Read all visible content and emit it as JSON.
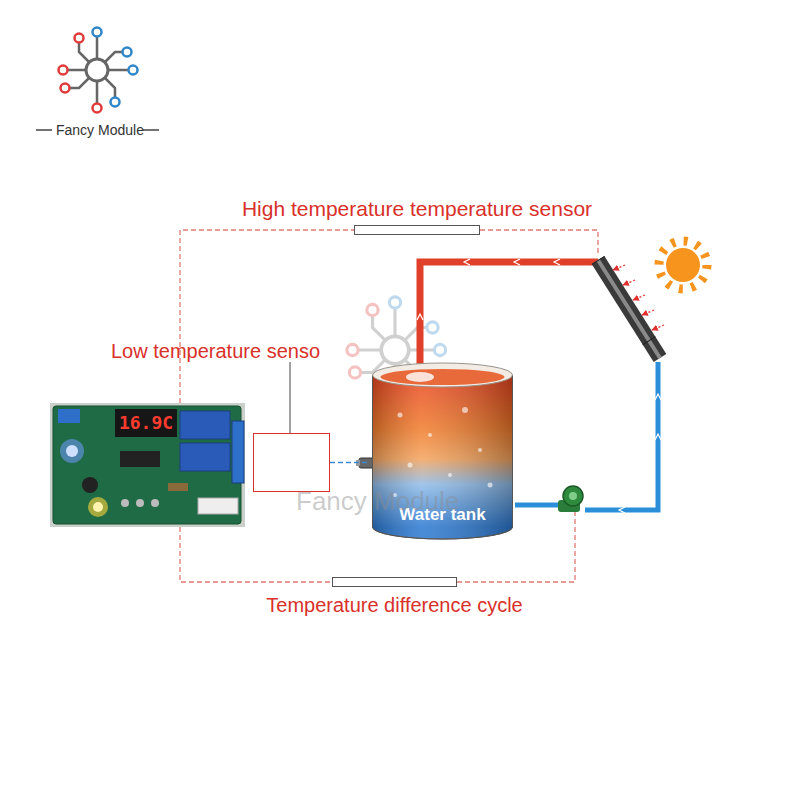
{
  "diagram": {
    "nodes": [
      {
        "text": [
          "High temperature temperature sensor"
        ]
      },
      {
        "text": [
          "Low temperature senso"
        ]
      },
      {
        "text": [
          "16.9C"
        ]
      },
      {
        "text": [
          "Water tank"
        ]
      },
      {
        "text": [
          "Temperature difference cycle"
        ]
      }
    ],
    "edges": [
      {
        "from": 2,
        "to": 0,
        "arrow": "none"
      },
      {
        "from": 1,
        "to": 3,
        "arrow": "none"
      },
      {
        "from": 2,
        "to": 4,
        "arrow": "none"
      }
    ],
    "labels": [
      "Fancy Module",
      "Fancy Module"
    ]
  }
}
